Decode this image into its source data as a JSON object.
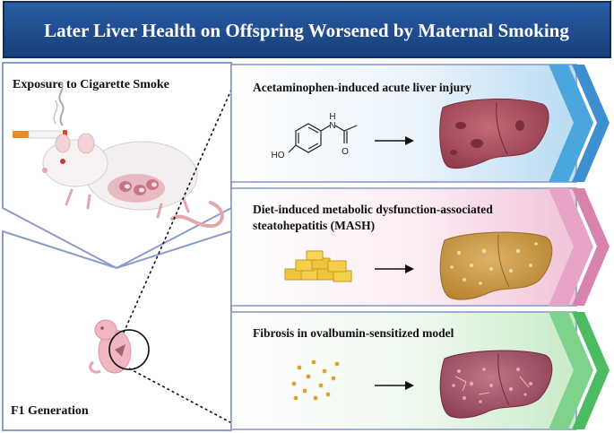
{
  "title": "Later Liver Health on Offspring Worsened by Maternal Smoking",
  "left_panel": {
    "top_label": "Exposure to Cigarette Smoke",
    "bottom_label": "F1 Generation"
  },
  "panels": [
    {
      "lines": [
        "Acetaminophen-induced acute liver injury"
      ],
      "color": "#4aa6dc"
    },
    {
      "lines": [
        "Diet-induced metabolic dysfunction-associated",
        "steatohepatitis (MASH)"
      ],
      "color": "#e394bc"
    },
    {
      "lines": [
        "Fibrosis in ovalbumin-sensitized model"
      ],
      "color": "#5fc276"
    }
  ],
  "chem_labels": {
    "n": "N",
    "h": "H",
    "o": "O",
    "ho": "HO"
  },
  "colors": {
    "title_bar": "#1f4f8f",
    "panel_border": "#8c9bcf"
  }
}
